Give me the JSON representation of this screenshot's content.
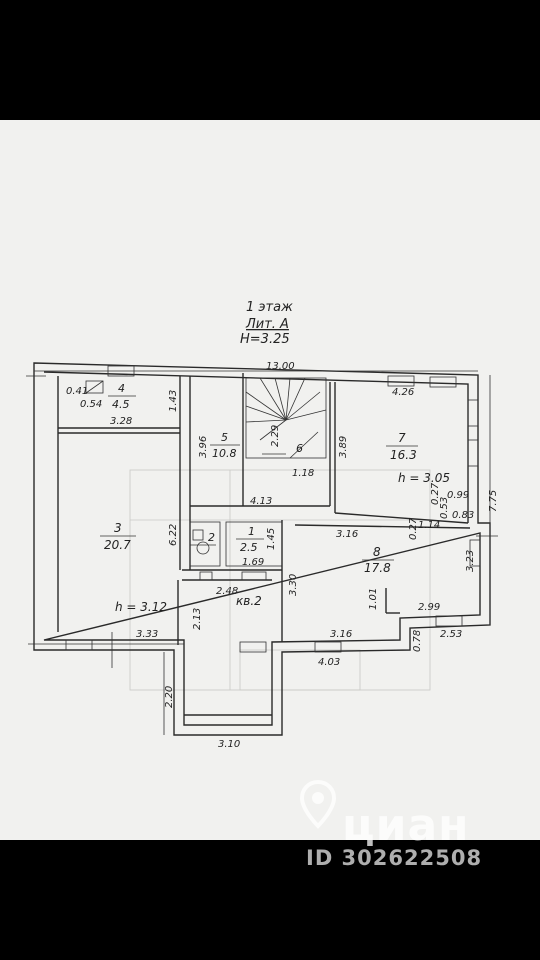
{
  "header": {
    "floor": "1 этаж",
    "litera": "Лит. А",
    "height": "H=3.25"
  },
  "rooms": {
    "r1": {
      "num": "1",
      "area": "2.5"
    },
    "r2": {
      "num": "2"
    },
    "r3": {
      "num": "3",
      "area": "20.7"
    },
    "r4": {
      "num": "4",
      "area": "4.5"
    },
    "r5": {
      "num": "5",
      "area": "10.8"
    },
    "r6": {
      "num": "6"
    },
    "r7": {
      "num": "7",
      "area": "16.3"
    },
    "r8": {
      "num": "8",
      "area": "17.8"
    }
  },
  "heights": {
    "h_right": "h = 3.05",
    "h_left": "h = 3.12"
  },
  "apartment": "кв.2",
  "dims": {
    "top": "13.00",
    "d426": "4.26",
    "d041": "0.41",
    "d054": "0.54",
    "d143": "1.43",
    "d328": "3.28",
    "d396": "3.96",
    "d229": "2.29",
    "d118": "1.18",
    "d389": "3.89",
    "d027a": "0.27",
    "d099": "0.99",
    "d053": "0.53",
    "d083": "0.83",
    "d775": "7.75",
    "d413": "4.13",
    "d622": "6.22",
    "d145": "1.45",
    "d316a": "3.16",
    "d027b": "0.27",
    "d114": "1.14",
    "d323": "3.23",
    "d169": "1.69",
    "d248": "2.48",
    "d330": "3.30",
    "d101": "1.01",
    "d299": "2.99",
    "d213": "2.13",
    "d333": "3.33",
    "d316b": "3.16",
    "d078": "0.78",
    "d253": "2.53",
    "d403": "4.03",
    "d220": "2.20",
    "d310": "3.10"
  },
  "watermark": {
    "brand": "циан",
    "id": "ID 302622508"
  },
  "colors": {
    "paper": "#f1f1ef",
    "ink": "#222222",
    "background": "#000000"
  }
}
